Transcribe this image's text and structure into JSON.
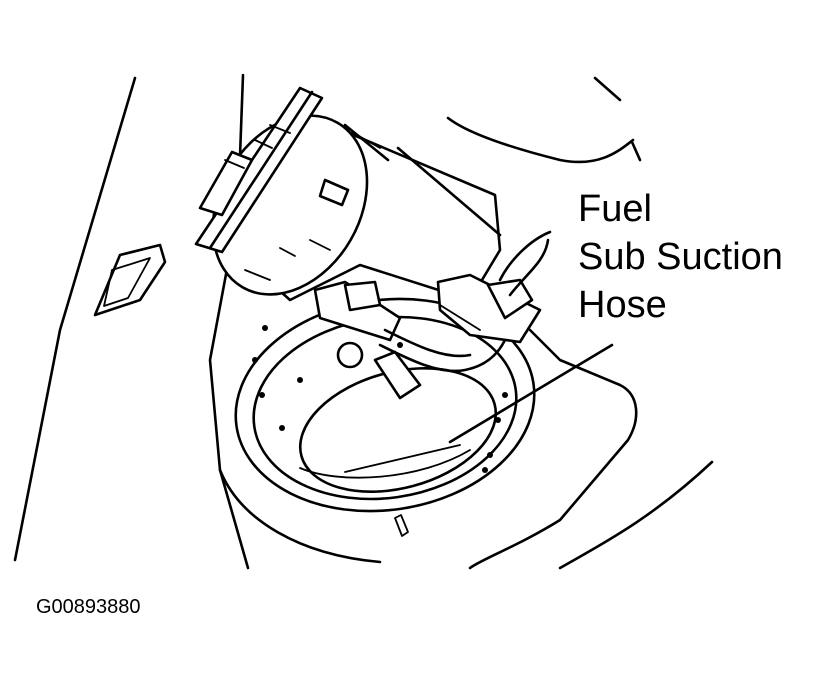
{
  "callout": {
    "line1": "Fuel",
    "line2": "Sub Suction",
    "line3": "Hose"
  },
  "figure_id": "G00893880",
  "colors": {
    "line": "#000000",
    "background": "#ffffff"
  }
}
